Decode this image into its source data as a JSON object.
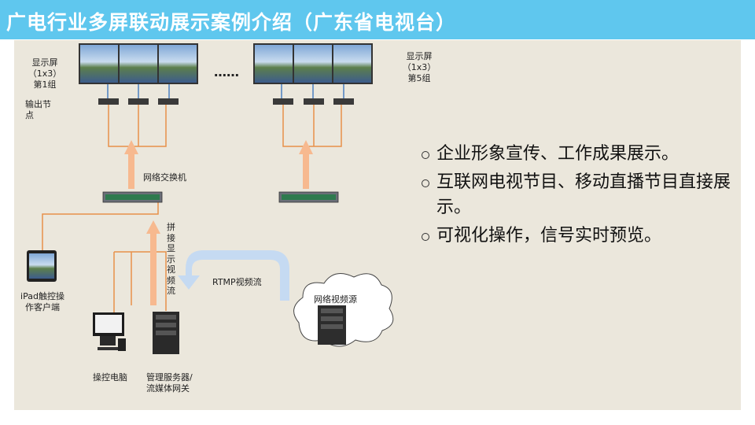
{
  "title": "广电行业多屏联动展示案例介绍（广东省电视台）",
  "diagram": {
    "group1_label": "显示屏（1x3）\n第1组",
    "group5_label": "显示屏（1x3）\n第5组",
    "ellipsis": "……",
    "output_node": "输出节\n点",
    "switch": "网络交换机",
    "splice_stream": "拼接显示视频流",
    "rtmp": "RTMP视频流",
    "network_source": "网络视频源",
    "ipad": "iPad触控操\n作客户端",
    "control_pc": "操控电脑",
    "server": "管理服务器/\n流媒体网关"
  },
  "bullets": [
    "企业形象宣传、工作成果展示。",
    "互联网电视节目、移动直播节目直接展示。",
    "可视化操作，信号实时预览。"
  ],
  "colors": {
    "title_bar": "#5fc7ee",
    "panel": "#ebe7dc",
    "connector": "#e8914a",
    "arrow_orange": "#f7b98f",
    "arrow_blue": "#c5daf2"
  }
}
